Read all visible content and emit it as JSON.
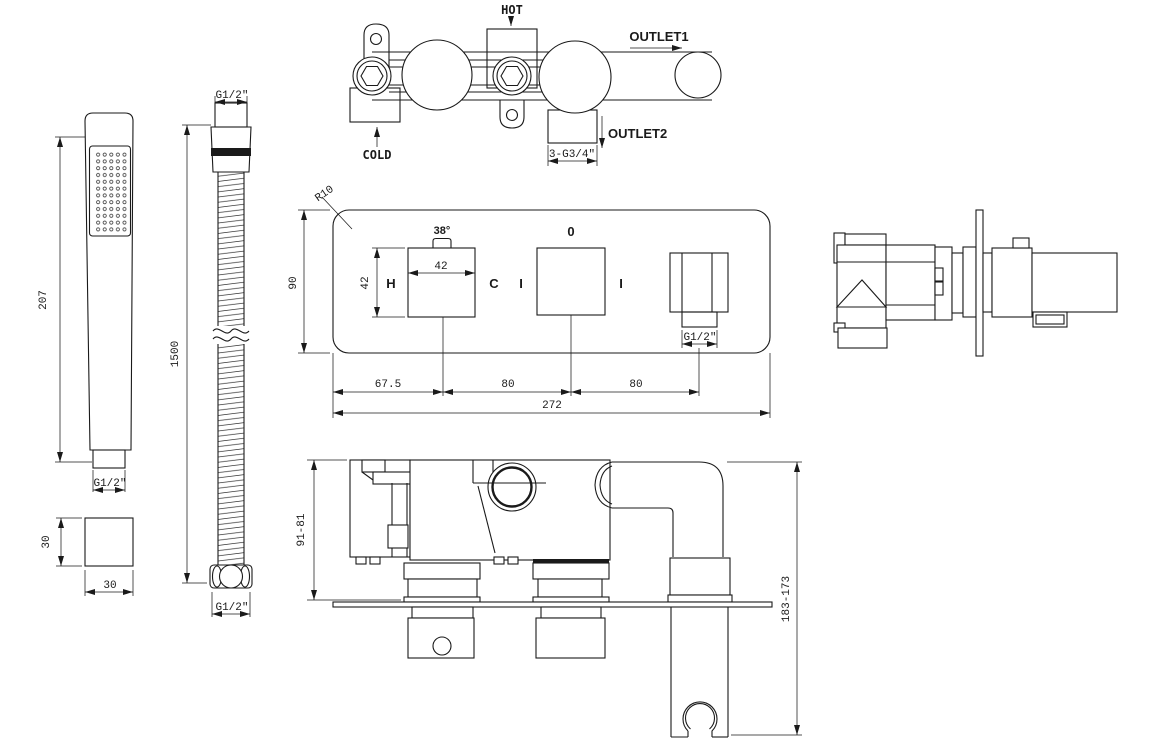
{
  "page": {
    "background": "#ffffff",
    "ink": "#1a1a1a"
  },
  "views": {
    "valve_top": {
      "hot": "HOT",
      "cold": "COLD",
      "outlet1": "OUTLET1",
      "outlet2": "OUTLET2",
      "outlet_thread": "3-G3/4″"
    },
    "hand_shower": {
      "length": "207",
      "thread": "G1/2″",
      "width": "30",
      "depth": "30"
    },
    "hose": {
      "thread_top": "G1/2″",
      "length": "1500",
      "thread_bottom": "G1/2″"
    },
    "trim_front": {
      "corner_radius": "R10",
      "plate_height": "90",
      "temp": "38°",
      "knob_width": "42",
      "knob_height": "42",
      "hot_mark": "H",
      "cold_mark": "C",
      "off_mark": "0",
      "tick_left": "I",
      "tick_right": "I",
      "outlet_thread": "G1/2″",
      "dim_offset": "67.5",
      "dim_span1": "80",
      "dim_span2": "80",
      "plate_width": "272"
    },
    "installed": {
      "depth_range": "91-81",
      "drop_range": "183-173"
    }
  }
}
